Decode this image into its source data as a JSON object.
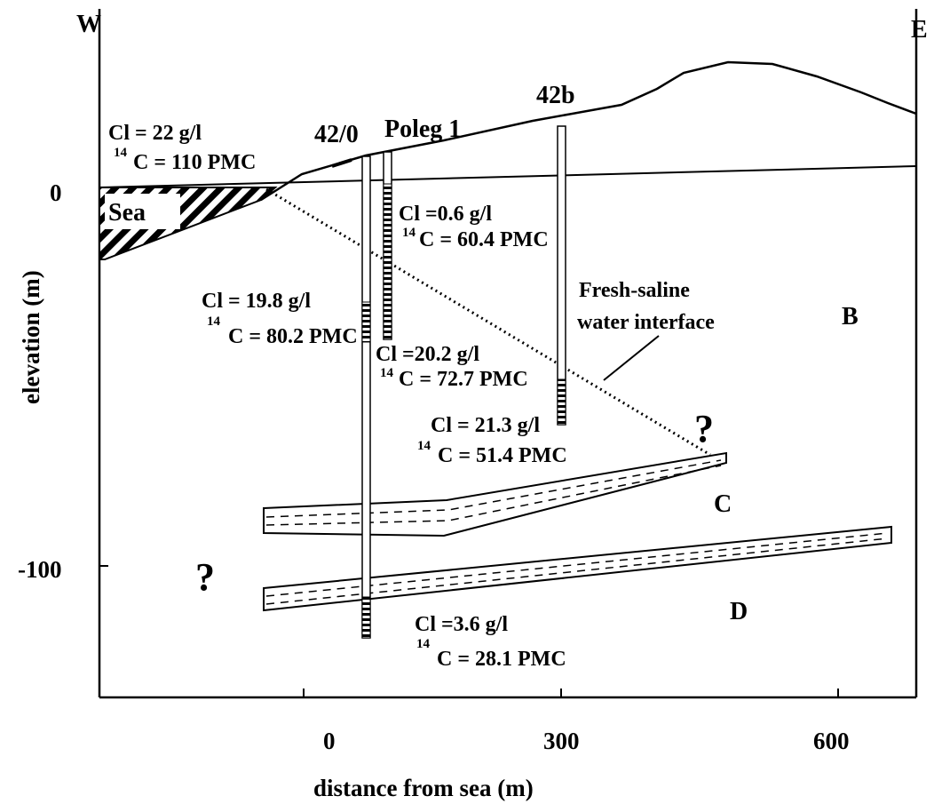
{
  "compass": {
    "west": "W",
    "east": "E"
  },
  "axes": {
    "xlabel": "distance from sea (m)",
    "ylabel": "elevation (m)",
    "x_ticks": [
      "0",
      "300",
      "600"
    ],
    "y_ticks": [
      "0",
      "-100"
    ]
  },
  "wells": {
    "w1": "42/0",
    "w2": "Poleg 1",
    "w3": "42b"
  },
  "sea_label": "Sea",
  "samples": {
    "s1": {
      "cl": "Cl = 22 g/l",
      "c14_sup": "14",
      "c14": "C = 110 PMC"
    },
    "s2": {
      "cl": "Cl =0.6 g/l",
      "c14_sup": "14",
      "c14": "C = 60.4 PMC"
    },
    "s3": {
      "cl": "Cl = 19.8 g/l",
      "c14_sup": "14",
      "c14": "C = 80.2 PMC"
    },
    "s4": {
      "cl": "Cl =20.2 g/l",
      "c14_sup": "14",
      "c14": "C = 72.7 PMC"
    },
    "s5": {
      "cl": "Cl = 21.3 g/l",
      "c14_sup": "14",
      "c14": "C = 51.4 PMC"
    },
    "s6": {
      "cl": "Cl =3.6 g/l",
      "c14_sup": "14",
      "c14": "C = 28.1 PMC"
    }
  },
  "interface_label": {
    "line1": "Fresh-saline",
    "line2": "water interface"
  },
  "zones": {
    "b": "B",
    "c": "C",
    "d": "D"
  },
  "unknown_mark": "?"
}
